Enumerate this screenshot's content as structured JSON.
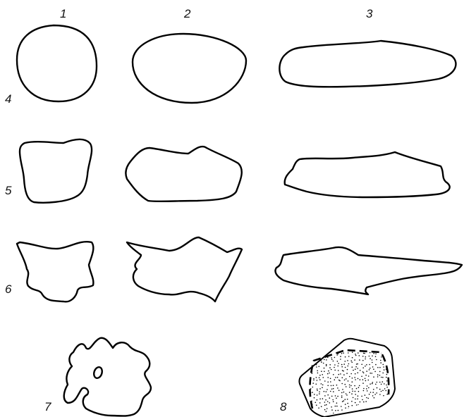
{
  "labels": {
    "col_1": "1",
    "col_2": "2",
    "col_3": "3",
    "row_4": "4",
    "row_5": "5",
    "row_6": "6",
    "fig_7": "7",
    "fig_8": "8"
  },
  "grain_8": {
    "stipple": true
  }
}
